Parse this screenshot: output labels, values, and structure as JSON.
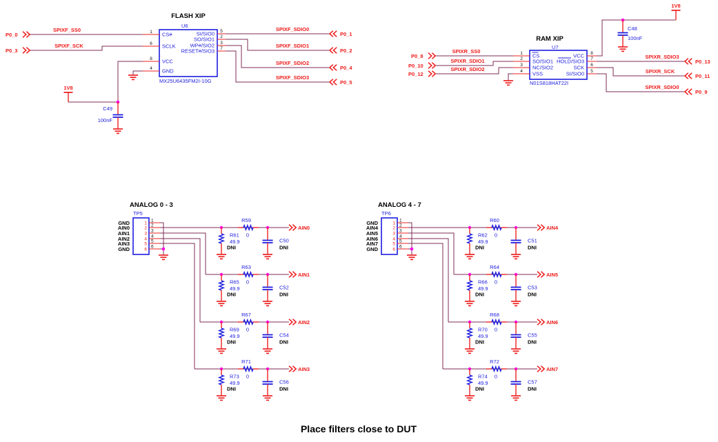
{
  "colors": {
    "wire": "#7c2b55",
    "red": "#ee2222",
    "text_red": "#ef1a1a",
    "blue": "#1c1ce0",
    "junction_dot": "#ff00e8",
    "text_black": "#000000",
    "background": "#ffffff"
  },
  "footer_note": "Place filters close to DUT",
  "flash": {
    "title": "FLASH XIP",
    "refdes": "U6",
    "part_number": "MX25U6435FM2I-10G",
    "rail": "1V8",
    "bypass_cap": {
      "refdes": "C49",
      "value": "100nF"
    },
    "pins_left": [
      {
        "num": "1",
        "name": "CS#"
      },
      {
        "num": "6",
        "name": "SCLK"
      },
      {
        "num": "8",
        "name": "VCC"
      },
      {
        "num": "4",
        "name": "GND"
      }
    ],
    "pins_right": [
      {
        "num": "5",
        "name": "SI/SIO0"
      },
      {
        "num": "2",
        "name": "SO/SIO1"
      },
      {
        "num": "3",
        "name": "WP#/SIO2"
      },
      {
        "num": "7",
        "name": "RESET#/SIO3"
      }
    ],
    "inputs": [
      {
        "port": "P0_0",
        "net": "SPIXF_SS0"
      },
      {
        "port": "P0_3",
        "net": "SPIXF_SCK"
      }
    ],
    "outputs": [
      {
        "net": "SPIXF_SDIO0",
        "port": "P0_1"
      },
      {
        "net": "SPIXF_SDIO1",
        "port": "P0_2"
      },
      {
        "net": "SPIXF_SDIO2",
        "port": "P0_4"
      },
      {
        "net": "SPIXF_SDIO3",
        "port": "P0_5"
      }
    ]
  },
  "ram": {
    "title": "RAM XIP",
    "refdes": "U7",
    "part_number": "N01S818HAT22I",
    "rail": "1V8",
    "bypass_cap": {
      "refdes": "C48",
      "value": "100nF"
    },
    "pins_left": [
      {
        "num": "1",
        "name": "CS"
      },
      {
        "num": "2",
        "name": "SO/SIO1"
      },
      {
        "num": "3",
        "name": "NC/SIO2"
      },
      {
        "num": "4",
        "name": "VSS"
      }
    ],
    "pins_right": [
      {
        "num": "8",
        "name": "VCC"
      },
      {
        "num": "7",
        "name": "HOLD/SIO3"
      },
      {
        "num": "6",
        "name": "SCK"
      },
      {
        "num": "5",
        "name": "SI/SIO0"
      }
    ],
    "inputs": [
      {
        "port": "P0_8",
        "net": "SPIXR_SS0"
      },
      {
        "port": "P0_10",
        "net": "SPIXR_SDIO1"
      },
      {
        "port": "P0_12",
        "net": "SPIXR_SDIO2"
      }
    ],
    "outputs": [
      {
        "net": "SPIXR_SDIO3",
        "port": "P0_13"
      },
      {
        "net": "SPIXR_SCK",
        "port": "P0_11"
      },
      {
        "net": "SPIXR_SDIO0",
        "port": "P0_9"
      }
    ]
  },
  "analog_left": {
    "title": "ANALOG 0 - 3",
    "refdes": "TP5",
    "pin_labels": [
      "GND",
      "AIN0",
      "AIN1",
      "AIN2",
      "AIN3",
      "GND"
    ],
    "pin_numbers": [
      "1",
      "2",
      "3",
      "4",
      "5",
      "6"
    ],
    "rows": [
      {
        "series_res": "R59",
        "series_val": "0",
        "shunt_res": "R61",
        "shunt_val": "49.9",
        "shunt_dni": "DNI",
        "cap": "C50",
        "cap_dni": "DNI",
        "out": "AIN0"
      },
      {
        "series_res": "R63",
        "series_val": "0",
        "shunt_res": "R65",
        "shunt_val": "49.9",
        "shunt_dni": "DNI",
        "cap": "C52",
        "cap_dni": "DNI",
        "out": "AIN1"
      },
      {
        "series_res": "R67",
        "series_val": "0",
        "shunt_res": "R69",
        "shunt_val": "49.9",
        "shunt_dni": "DNI",
        "cap": "C54",
        "cap_dni": "DNI",
        "out": "AIN2"
      },
      {
        "series_res": "R71",
        "series_val": "0",
        "shunt_res": "R73",
        "shunt_val": "49.9",
        "shunt_dni": "DNI",
        "cap": "C56",
        "cap_dni": "DNI",
        "out": "AIN3"
      }
    ]
  },
  "analog_right": {
    "title": "ANALOG 4 - 7",
    "refdes": "TP6",
    "pin_labels": [
      "GND",
      "AIN4",
      "AIN5",
      "AIN6",
      "AIN7",
      "GND"
    ],
    "pin_numbers": [
      "1",
      "2",
      "3",
      "4",
      "5",
      "6"
    ],
    "rows": [
      {
        "series_res": "R60",
        "series_val": "0",
        "shunt_res": "R62",
        "shunt_val": "49.9",
        "shunt_dni": "DNI",
        "cap": "C51",
        "cap_dni": "DNI",
        "out": "AIN4"
      },
      {
        "series_res": "R64",
        "series_val": "0",
        "shunt_res": "R66",
        "shunt_val": "49.9",
        "shunt_dni": "DNI",
        "cap": "C53",
        "cap_dni": "DNI",
        "out": "AIN5"
      },
      {
        "series_res": "R68",
        "series_val": "0",
        "shunt_res": "R70",
        "shunt_val": "49.9",
        "shunt_dni": "DNI",
        "cap": "C55",
        "cap_dni": "DNI",
        "out": "AIN6"
      },
      {
        "series_res": "R72",
        "series_val": "0",
        "shunt_res": "R74",
        "shunt_val": "49.9",
        "shunt_dni": "DNI",
        "cap": "C57",
        "cap_dni": "DNI",
        "out": "AIN7"
      }
    ]
  }
}
